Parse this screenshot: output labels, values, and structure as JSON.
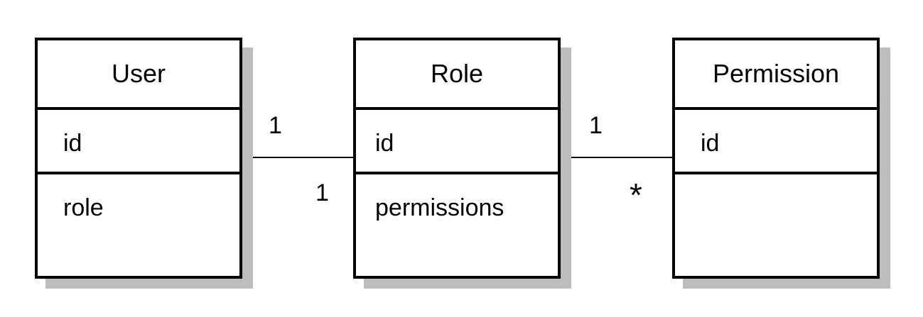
{
  "classes": {
    "user": {
      "name": "User",
      "attributes": [
        "id"
      ],
      "members": [
        "role"
      ]
    },
    "role": {
      "name": "Role",
      "attributes": [
        "id"
      ],
      "members": [
        "permissions"
      ]
    },
    "permission": {
      "name": "Permission",
      "attributes": [
        "id"
      ],
      "members": []
    }
  },
  "associations": {
    "user_role": {
      "source_multiplicity": "1",
      "target_multiplicity": "1"
    },
    "role_permission": {
      "source_multiplicity": "1",
      "target_multiplicity": "*"
    }
  }
}
